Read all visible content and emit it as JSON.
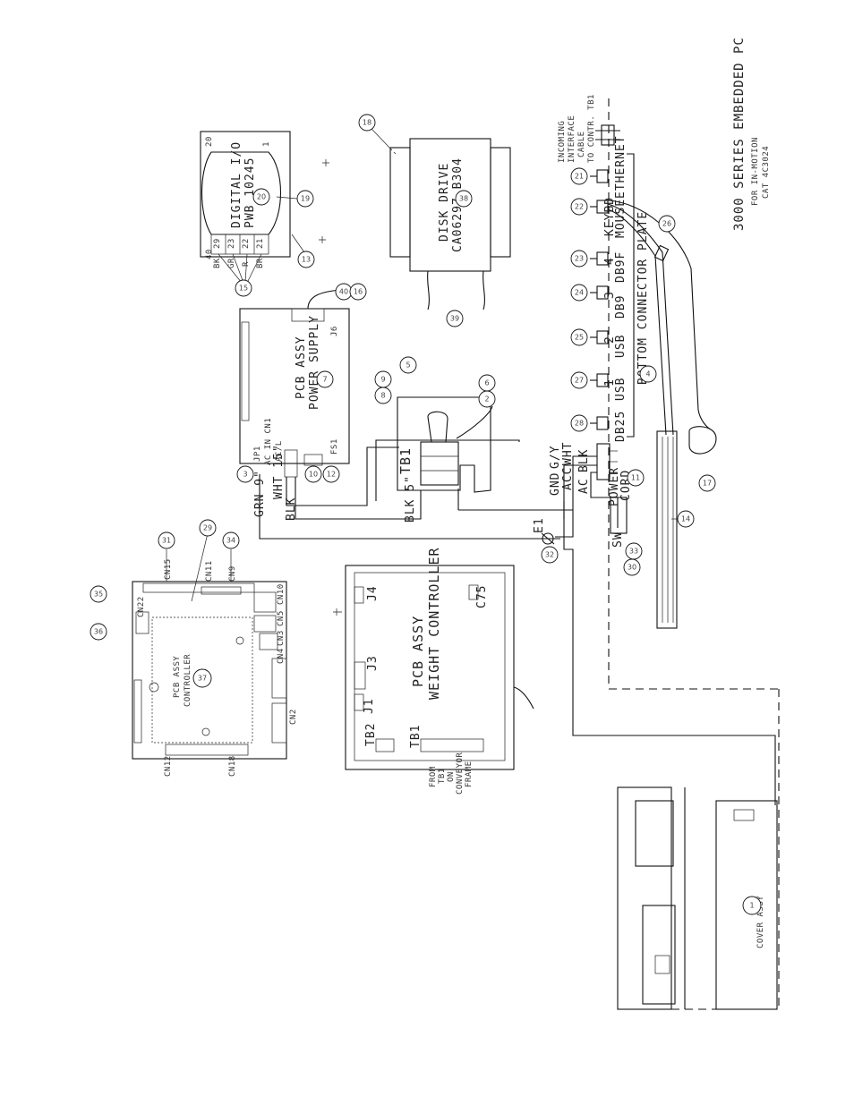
{
  "title": {
    "main": "3000 SERIES EMBEDDED PC",
    "line2": "FOR IN-MOTION",
    "line3": "CAT 4C3024"
  },
  "cable_note": [
    "INCOMING",
    "INTERFACE",
    "CABLE",
    "TO CONTR. TB1"
  ],
  "labels": {
    "digital_io_l1": "DIGITAL I/O",
    "digital_io_l2": "PWB 10245",
    "disk_l1": "DISK DRIVE",
    "disk_l2": "CA06297 B304",
    "psu_l1": "PCB ASSY",
    "psu_l2": "POWER SUPPLY",
    "wc_l1": "PCB ASSY",
    "wc_l2": "WEIGHT CONTROLLER",
    "cpu_l1": "PCB ASSY",
    "cpu_l2": "CONTROLLER",
    "tb1": "TB1",
    "e1": "E1",
    "sw": "SW",
    "bottom_plate": "BOTTOM CONNECTOR PLATE",
    "power_cord_l1": "POWER",
    "power_cord_l2": "CORD",
    "from_tb1": [
      "FROM",
      "TB1",
      "ON",
      "CONVEYOR",
      "FRAME"
    ],
    "cover_note": "COVER ASSY"
  },
  "connectors": {
    "ethernet": "ETHERNET",
    "keybd": "KEYBD",
    "mouse": "MOUSE",
    "db9f": "DB9F",
    "db9": "DB9",
    "usb1": "USB",
    "usb2": "USB",
    "db25": "DB25",
    "n4": "4",
    "n3": "3",
    "n2": "2",
    "n1": "1"
  },
  "wire_labels": {
    "grn9": "GRN 9\"",
    "wht15": "WHT 15\"",
    "blk15": "BLK",
    "blk5": "BLK 5\"",
    "gnd": "GND",
    "gy": "G/Y",
    "acc": "ACC",
    "wht": "WHT",
    "ac": "AC",
    "blk": "BLK"
  },
  "pin_labels": {
    "cn1": "AC IN  CN1",
    "ac": "AC/L",
    "jp1": "JP1",
    "fs1": "FS1",
    "j6": "J6",
    "j1": "J1",
    "j3": "J3",
    "j4": "J4",
    "c75": "C75",
    "tb2": "TB2",
    "tb1_wc": "TB1",
    "cn11": "CN11",
    "cn15": "CN15",
    "cn9": "CN9",
    "cn12": "CN12",
    "cn10": "CN10",
    "cn18": "CN18",
    "cn2": "CN2",
    "cn3": "CN3",
    "cn4": "CN4",
    "cn5": "CN5",
    "cn22": "CN22",
    "io_bk": "BK",
    "io_gr": "GR",
    "io_r": "R",
    "io_br": "BR",
    "io_29": "29",
    "io_23": "23",
    "io_22": "22",
    "io_21": "21",
    "io_20": "20",
    "io_1": "1",
    "io_40": "40"
  },
  "balloons": {
    "b18": "18",
    "b19": "19",
    "b20": "20",
    "b13": "13",
    "b15": "15",
    "b38": "38",
    "b21": "21",
    "b22": "22",
    "b26": "26",
    "b23": "23",
    "b24": "24",
    "b25": "25",
    "b27": "27",
    "b28": "28",
    "b4": "4",
    "b11": "11",
    "b17": "17",
    "b14": "14",
    "b6": "6",
    "b8": "8",
    "b9": "9",
    "b5": "5",
    "b2": "2",
    "b3": "3",
    "b10": "10",
    "b12": "12",
    "b32": "32",
    "b33": "33",
    "b30": "30",
    "b29": "29",
    "b31": "31",
    "b34": "34",
    "b35": "35",
    "b36": "36",
    "b37": "37",
    "b39": "39",
    "b40": "40",
    "b16": "16",
    "b7": "7",
    "b1": "1"
  },
  "colors": {
    "ink": "#111111",
    "paper": "#ffffff"
  }
}
